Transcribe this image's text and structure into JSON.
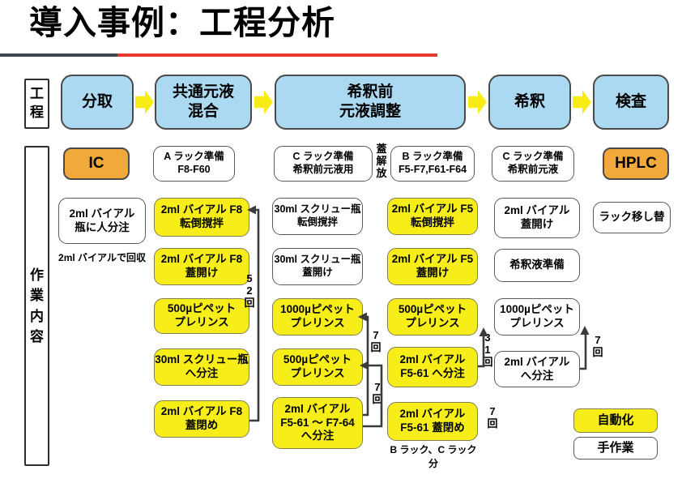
{
  "title": "導入事例：工程分析",
  "side_labels": {
    "process": "工\n程",
    "work": "作\n業\n内\n容"
  },
  "process_steps": [
    "分取",
    "共通元液\n混合",
    "希釈前\n元液調整",
    "希釈",
    "検査"
  ],
  "prep_row": {
    "ic": "IC",
    "rack_a": "A ラック準備\nF8-F60",
    "rack_c_pre": "C ラック準備\n希釈前元液用",
    "lid_release": "蓋\n解\n放",
    "rack_b": "B ラック準備\nF5-F7,F61-F64",
    "rack_c": "C ラック準備\n希釈前元液",
    "hplc": "HPLC"
  },
  "col_bunshu": {
    "manual_fill": "2ml バイアル\n瓶に人分注",
    "note": "2ml バイアルで回収"
  },
  "col_mix": {
    "t1": "2ml バイアル F8\n転倒撹拌",
    "t2": "2ml バイアル F8\n蓋開け",
    "t3": "500µピペット\nプレリンス",
    "t4": "30ml スクリュー瓶\nへ分注",
    "t5": "2ml バイアル F8\n蓋閉め",
    "loop_count": "5\n2\n回"
  },
  "col_pre_dilution": {
    "t1": "30ml スクリュー瓶\n転倒撹拌",
    "t2": "30ml スクリュー瓶\n蓋開け",
    "t3": "1000µピペット\nプレリンス",
    "t4": "500µピペット\nプレリンス",
    "t5": "2ml バイアル\nF5-61 ～ F7-64\nへ分注",
    "loop1_count": "7\n回",
    "loop2_count": "7\n回"
  },
  "col_brack": {
    "t1": "2ml バイアル F5\n転倒撹拌",
    "t2": "2ml バイアル F5\n蓋開け",
    "t3": "500µピペット\nプレリンス",
    "t4": "2ml バイアル\nF5-61 へ分注",
    "t5": "2ml バイアル\nF5-61 蓋閉め",
    "loop_count": "3\n1\n回",
    "count7": "7\n回",
    "note": "B ラック、C ラック分"
  },
  "col_dilution": {
    "t1": "2ml バイアル\n蓋開け",
    "t2": "希釈液準備",
    "t3": "1000µピペット\nプレリンス",
    "t4": "2ml バイアル\nへ分注",
    "loop_count": "7\n回"
  },
  "col_inspection": {
    "t1": "ラック移し替"
  },
  "legend": {
    "auto": "自動化",
    "manual": "手作業"
  },
  "colors": {
    "box_yellow": "#f7ee19",
    "box_orange": "#f2a93c",
    "box_blue": "#abd9f1",
    "rule_red": "#e8392f",
    "rule_dark": "#3d464c",
    "connector": "#3b3b3b"
  }
}
